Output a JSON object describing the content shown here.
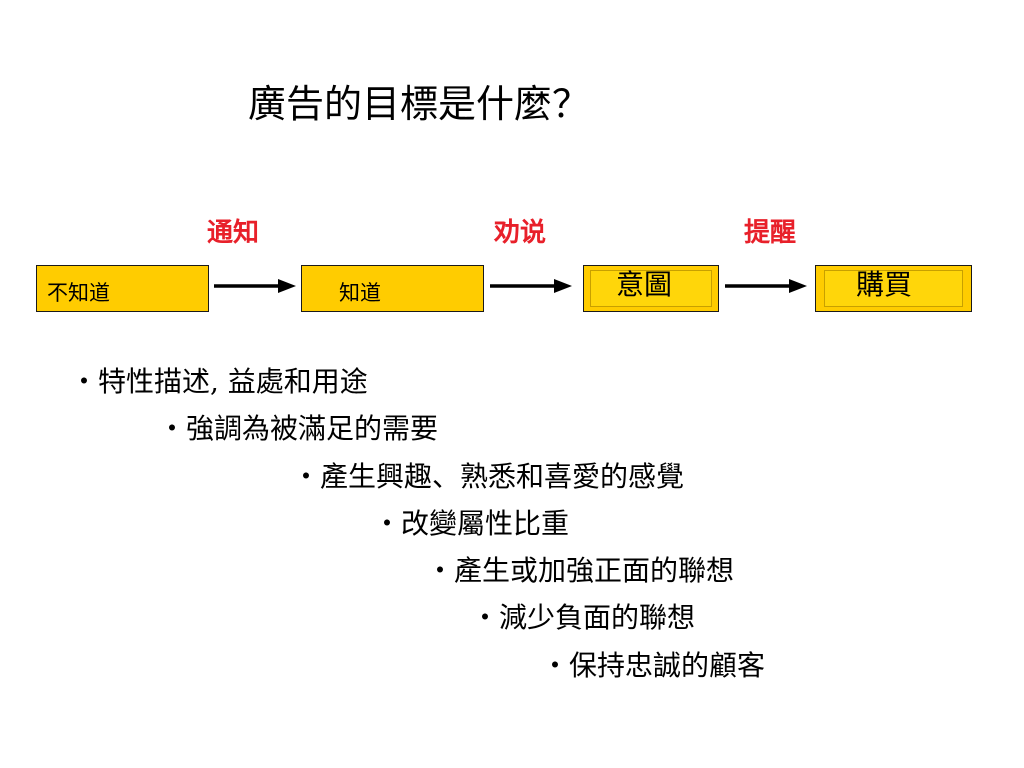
{
  "title": "廣告的目標是什麼？",
  "stages": [
    {
      "label": "通知"
    },
    {
      "label": "劝说"
    },
    {
      "label": "提醒"
    }
  ],
  "boxes": [
    {
      "label": "不知道"
    },
    {
      "label": "知道"
    },
    {
      "label": "意圖"
    },
    {
      "label": "購買"
    }
  ],
  "bullets": [
    "・特性描述, 益處和用途",
    "・強調為被滿足的需要",
    "・產生興趣、熟悉和喜愛的感覺",
    "・改變屬性比重",
    "・產生或加強正面的聯想",
    "・減少負面的聯想",
    "・保持忠誠的顧客"
  ],
  "colors": {
    "box_fill": "#ffcc00",
    "stage_label": "#e8202a",
    "arrow": "#000000"
  }
}
